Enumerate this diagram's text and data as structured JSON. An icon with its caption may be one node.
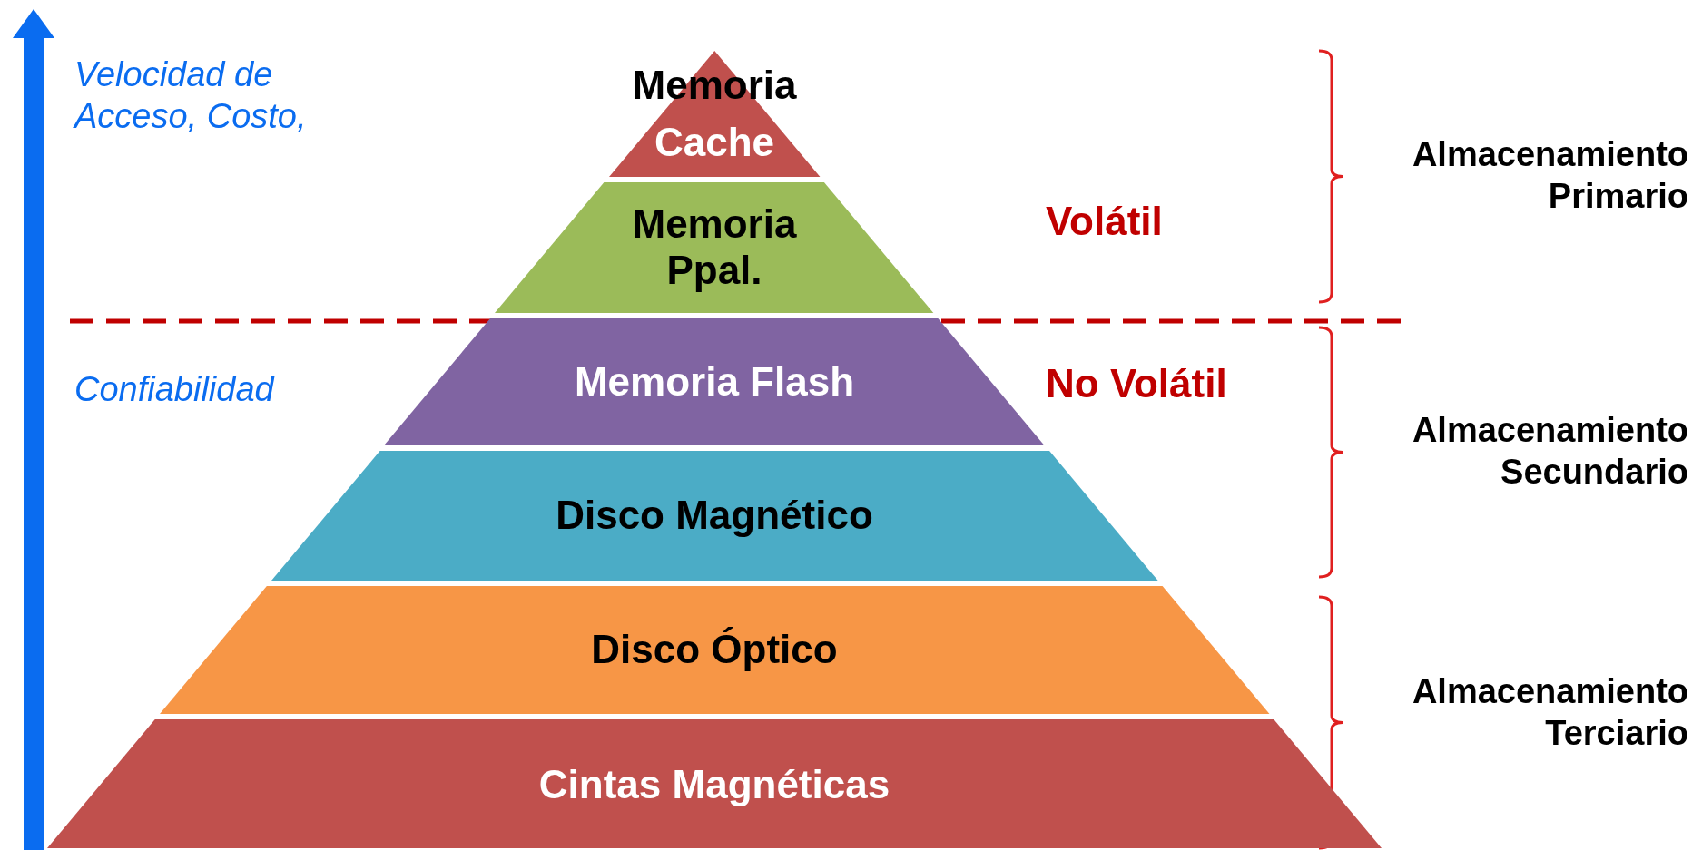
{
  "diagram": {
    "nodes": [
      {
        "text": [
          "Memoria",
          "Cache"
        ]
      },
      {
        "text": [
          "Memoria Ppal."
        ]
      },
      {
        "text": [
          "Memoria Flash"
        ]
      },
      {
        "text": [
          "Disco Magnético"
        ]
      },
      {
        "text": [
          "Disco Óptico"
        ]
      },
      {
        "text": [
          "Cintas Magnéticas"
        ]
      }
    ],
    "edges": [],
    "labels": [
      "Velocidad de Acceso, Costo,",
      "Almacenamiento Primario",
      "Volátil",
      "Confiabilidad",
      "No Volátil",
      "Almacenamiento Secundario",
      "Almacenamiento Terciario"
    ]
  }
}
